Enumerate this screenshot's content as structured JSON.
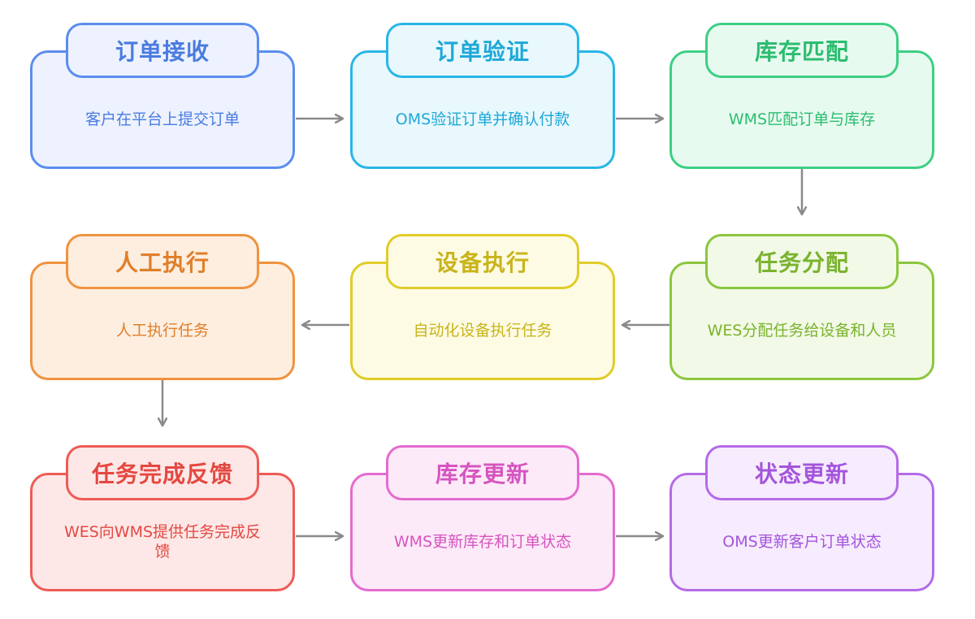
{
  "steps": [
    {
      "title": "订单接收",
      "desc": "客户在平台上提交订单",
      "stroke": "#5b8def",
      "fill": "#edf2fe",
      "text": "#4a7be0"
    },
    {
      "title": "订单验证",
      "desc": "OMS验证订单并确认付款",
      "stroke": "#29b6e6",
      "fill": "#e8f8fd",
      "text": "#1fa8d8"
    },
    {
      "title": "库存匹配",
      "desc": "WMS匹配订单与库存",
      "stroke": "#3dcf83",
      "fill": "#e7faf0",
      "text": "#2bbd6f"
    },
    {
      "title": "任务分配",
      "desc": "WES分配任务给设备和人员",
      "stroke": "#8cc63f",
      "fill": "#f2f9e6",
      "text": "#7ab32e"
    },
    {
      "title": "设备执行",
      "desc": "自动化设备执行任务",
      "stroke": "#e0cc2a",
      "fill": "#fdfbe4",
      "text": "#c9b41a"
    },
    {
      "title": "人工执行",
      "desc": "人工执行任务",
      "stroke": "#ef9340",
      "fill": "#fdeee0",
      "text": "#e07f2a"
    },
    {
      "title": "任务完成反馈",
      "desc": "WES向WMS提供任务完成反馈",
      "stroke": "#ef5b55",
      "fill": "#fde8e7",
      "text": "#e44841"
    },
    {
      "title": "库存更新",
      "desc": "WMS更新库存和订单状态",
      "stroke": "#e46bd0",
      "fill": "#fdeaf8",
      "text": "#d555c0"
    },
    {
      "title": "状态更新",
      "desc": "OMS更新客户订单状态",
      "stroke": "#b46be6",
      "fill": "#f6ecfd",
      "text": "#a455dc"
    }
  ],
  "arrow_color": "#8a8a8a"
}
